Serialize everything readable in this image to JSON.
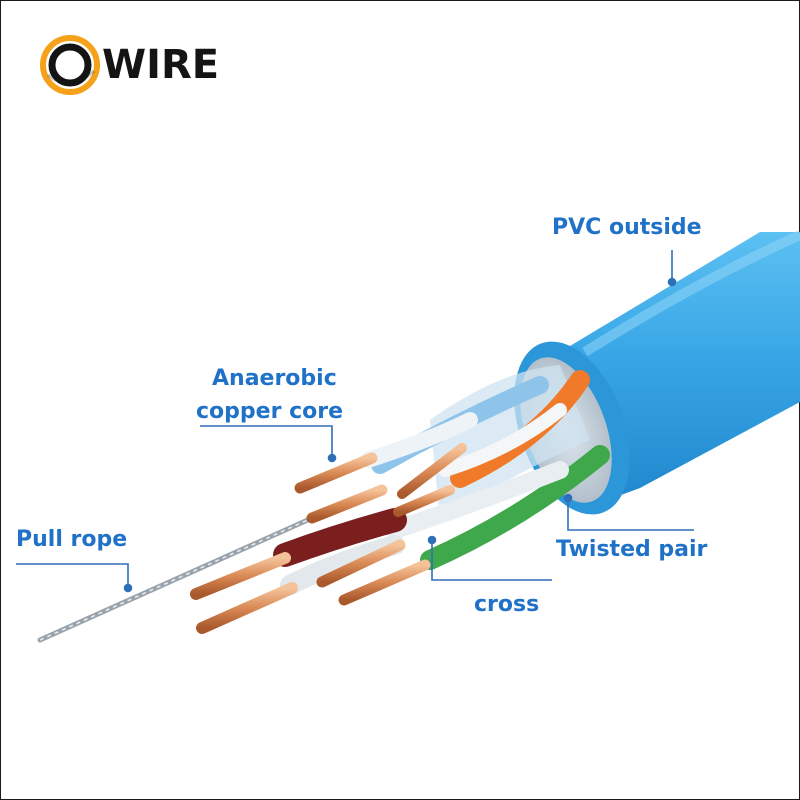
{
  "brand": {
    "logo_text": "WIRE",
    "mark_icon": "o-ring-logo-icon",
    "colors": {
      "ring_outer": "#f5a21a",
      "ring_inner": "#141414",
      "text": "#141414"
    }
  },
  "labels": {
    "pvc_outside": "PVC outside",
    "anaerobic": "Anaerobic",
    "copper_core": "copper core",
    "pull_rope": "Pull rope",
    "twisted_pair": "Twisted pair",
    "cross": "cross"
  },
  "colors": {
    "label_text": "#1f72c8",
    "leader_line": "#2f6fb7",
    "jacket": "#3aa6e3",
    "copper": "#d98a55",
    "orange_wire": "#f07a2a",
    "green_wire": "#3fa84a",
    "brown_wire": "#7a1e1e",
    "white_wire": "#eef3f7"
  }
}
